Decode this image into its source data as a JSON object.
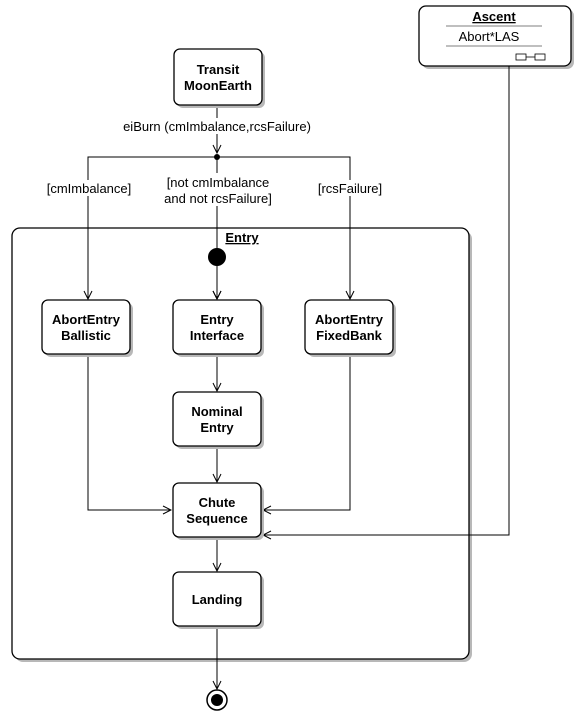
{
  "states": {
    "transit": {
      "line1": "Transit",
      "line2": "MoonEarth"
    },
    "abort_ballistic": {
      "line1": "AbortEntry",
      "line2": "Ballistic"
    },
    "entry_interface": {
      "line1": "Entry",
      "line2": "Interface"
    },
    "abort_fixedbank": {
      "line1": "AbortEntry",
      "line2": "FixedBank"
    },
    "nominal_entry": {
      "line1": "Nominal",
      "line2": "Entry"
    },
    "chute_sequence": {
      "line1": "Chute",
      "line2": "Sequence"
    },
    "landing": {
      "line1": "Landing"
    }
  },
  "composites": {
    "entry": {
      "title": "Entry"
    },
    "ascent": {
      "title": "Ascent",
      "substate": "Abort*LAS"
    }
  },
  "transitions": {
    "ei_burn": "eiBurn (cmImbalance,rcsFailure)",
    "guard_cm_imbalance": "[cmImbalance]",
    "guard_not_line1": "[not cmImbalance",
    "guard_not_line2": "and not rcsFailure]",
    "guard_rcs_failure": "[rcsFailure]"
  }
}
